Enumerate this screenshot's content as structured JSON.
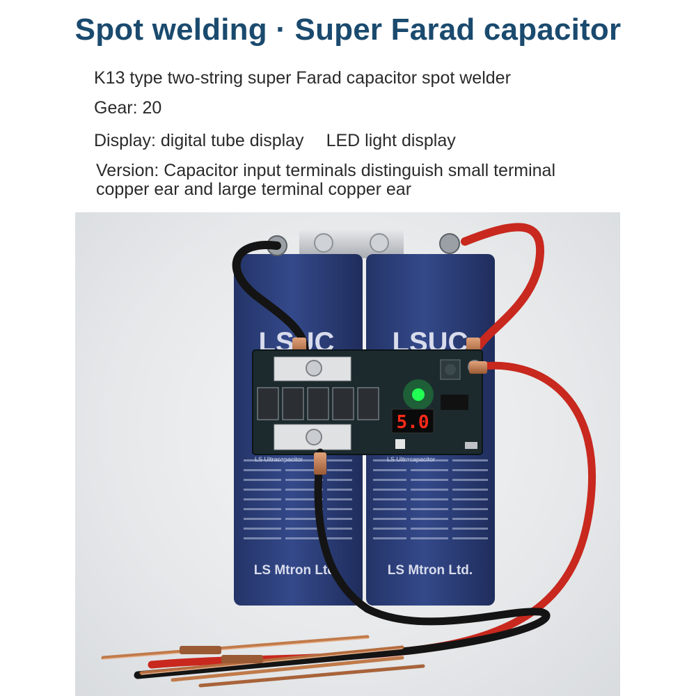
{
  "header": {
    "title": "Spot welding · Super Farad capacitor"
  },
  "specs": {
    "line1": "K13 type two-string super Farad capacitor spot welder",
    "gear": "Gear: 20",
    "display_a": "Display: digital tube display",
    "display_b": "LED light display",
    "version_line1": "Version: Capacitor input terminals distinguish small terminal",
    "version_line2": "copper ear and large terminal copper ear"
  },
  "photo": {
    "cap_brand": "LSUC",
    "cap_maker": "LS Mtron Ltd.",
    "cap_fine_print": "LS Ultracapacitor",
    "display_readout": "5.0",
    "colors": {
      "capacitor_body": "#2c3f78",
      "pcb": "#1c2a2e",
      "red_lead": "#c8281e",
      "black_lead": "#1a1a1a",
      "copper": "#c07a4a",
      "led": "#22ff55",
      "seven_segment": "#ff2a1a"
    }
  }
}
